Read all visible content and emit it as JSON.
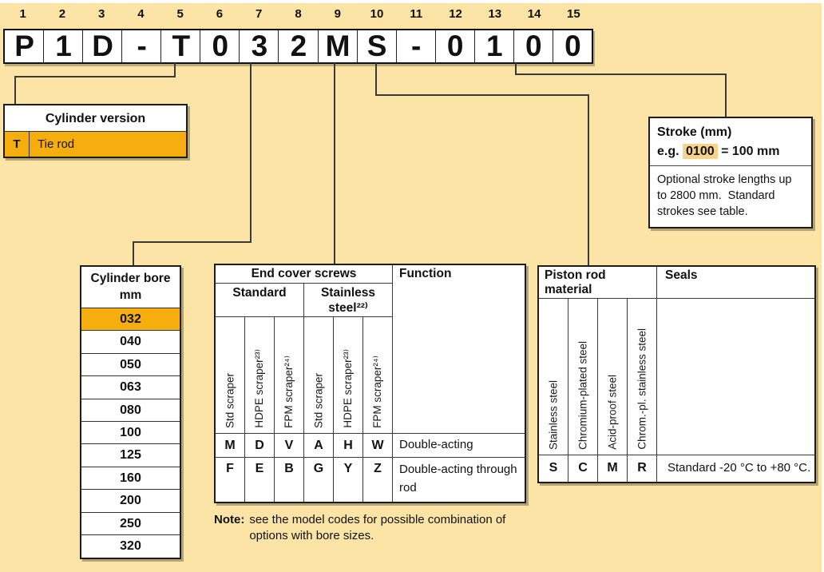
{
  "code": {
    "positions": [
      "1",
      "2",
      "3",
      "4",
      "5",
      "6",
      "7",
      "8",
      "9",
      "10",
      "11",
      "12",
      "13",
      "14",
      "15"
    ],
    "cells": [
      "P",
      "1",
      "D",
      "-",
      "T",
      "0",
      "3",
      "2",
      "M",
      "S",
      "-",
      "0",
      "1",
      "0",
      "0"
    ]
  },
  "cylinder_version": {
    "title": "Cylinder version",
    "code": "T",
    "label": "Tie rod"
  },
  "stroke": {
    "title": "Stroke (mm)",
    "eg_prefix": "e.g.",
    "eg_code": "0100",
    "eg_suffix": "= 100 mm",
    "note": "Optional stroke lengths up to 2800 mm.  Standard strokes see table."
  },
  "cylinder_bore": {
    "title": "Cylinder bore",
    "unit": "mm",
    "selected": "032",
    "values": [
      "032",
      "040",
      "050",
      "063",
      "080",
      "100",
      "125",
      "160",
      "200",
      "250",
      "320"
    ]
  },
  "end_cover_screws": {
    "title": "End cover screws",
    "groups": [
      "Standard",
      "Stainless steel²²⁾"
    ],
    "columns": [
      "Std scraper",
      "HDPE scraper²³⁾",
      "FPM scraper²⁴⁾",
      "Std scraper",
      "HDPE scraper²³⁾",
      "FPM scraper²⁴⁾"
    ],
    "function_title": "Function",
    "rows": [
      {
        "codes": [
          "M",
          "D",
          "V",
          "A",
          "H",
          "W"
        ],
        "function": "Double-acting",
        "selected": "M"
      },
      {
        "codes": [
          "F",
          "E",
          "B",
          "G",
          "Y",
          "Z"
        ],
        "function": "Double-acting through rod",
        "selected": ""
      }
    ]
  },
  "piston_rod": {
    "title": "Piston rod material",
    "columns": [
      "Stainless steel",
      "Chromium-plated steel",
      "Acid-proof steel",
      "Chrom.-pl. stainless steel"
    ],
    "codes": [
      "S",
      "C",
      "M",
      "R"
    ],
    "selected": "S"
  },
  "seals": {
    "title": "Seals",
    "value": "Standard -20 °C to +80 °C."
  },
  "note": {
    "label": "Note:",
    "text": "see the model codes for possible combination of options with bore sizes."
  },
  "colors": {
    "background": "#FBE4A5",
    "highlight": "#F5AE0D",
    "highlight_light": "#F8D38C",
    "border": "#1c1c1c"
  }
}
